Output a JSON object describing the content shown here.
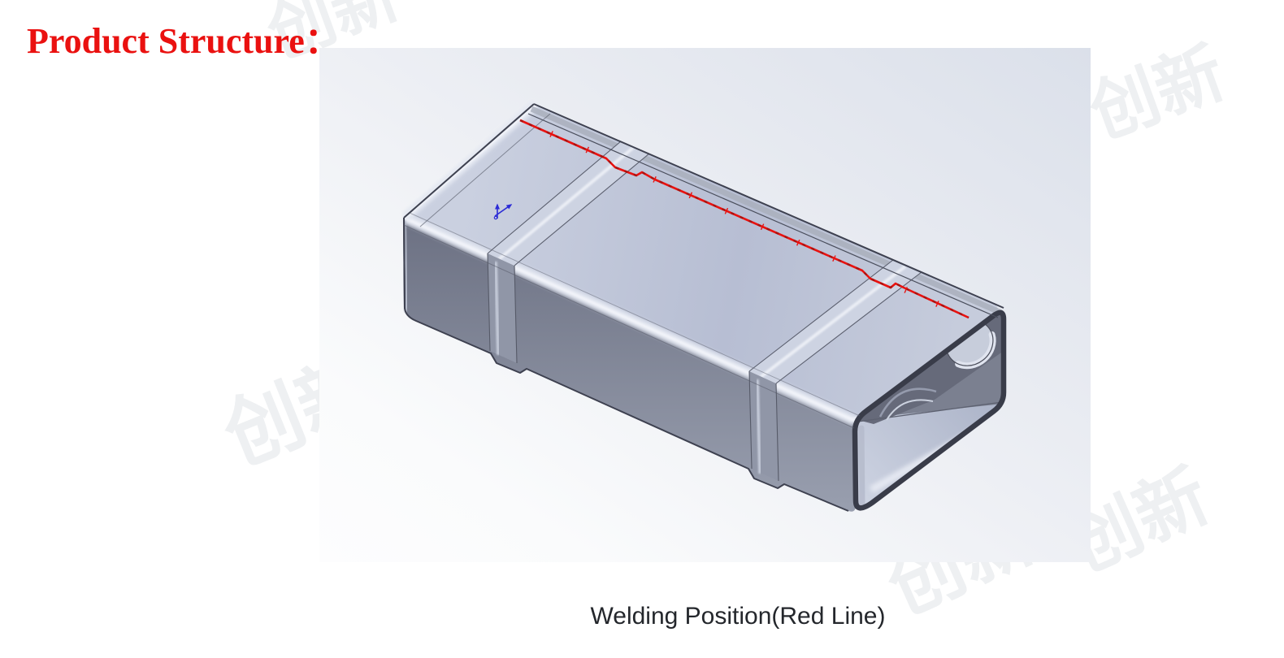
{
  "title": {
    "text": "Product Structure："
  },
  "caption": {
    "text": "Welding Position(Red Line)"
  },
  "watermark": {
    "text": "创新"
  },
  "model": {
    "subject": "rectangular-tube-with-weld-line",
    "weld_line_note": "red line along top rear edge of tube"
  },
  "colors": {
    "title_red": "#ea1110",
    "caption_dark": "#24272c",
    "watermark_gray": "#eef0f2",
    "weld_red": "#e81210",
    "weld_dash": "#7e1410",
    "triad_blue": "#2b2bd6",
    "edge_dark": "#3e4150",
    "rim_dark": "#393c49",
    "top_face": "#bfc6d9",
    "side_face": "#7e8495",
    "fillet_highlight": "#e6e9f2",
    "viewport_tr": "#dbe0ea",
    "viewport_mid": "#edeff4",
    "viewport_bl": "#fafbfc"
  }
}
